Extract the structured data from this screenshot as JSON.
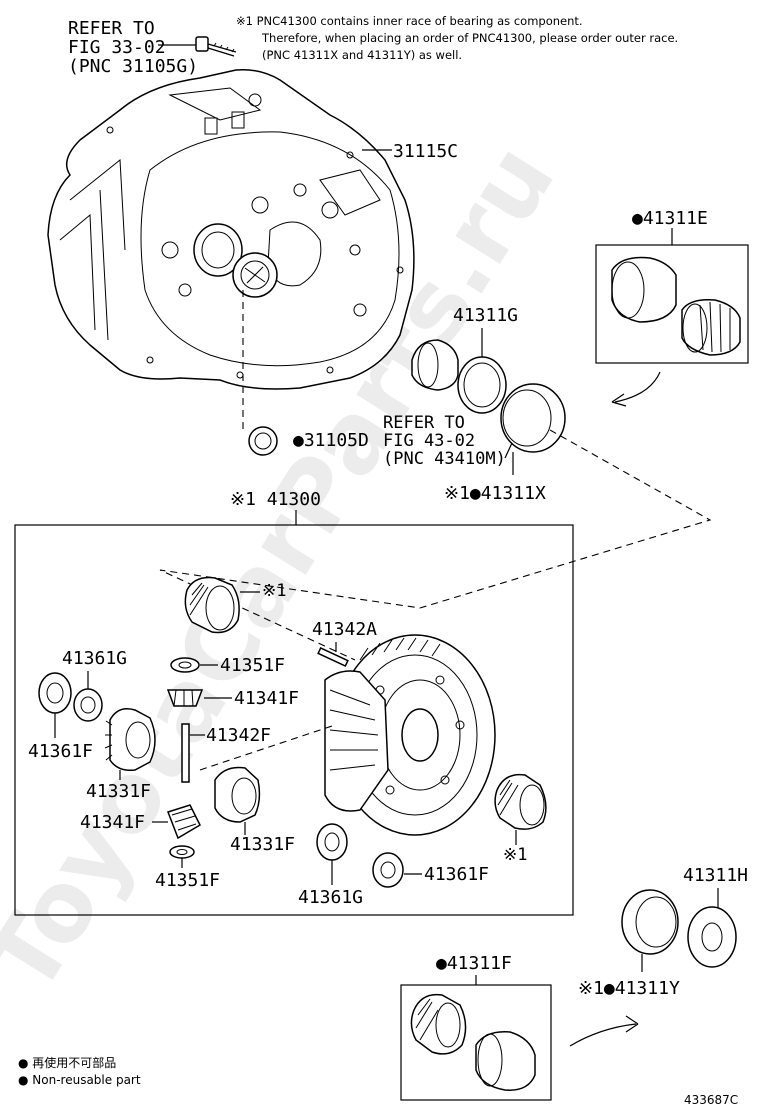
{
  "notes": {
    "line1": "※1 PNC41300 contains inner race of bearing as component.",
    "line2": "Therefore, when placing an order of PNC41300, please order outer race.",
    "line3": "(PNC 41311X and 41311Y) as well."
  },
  "refer_top": {
    "l1": "REFER TO",
    "l2": "FIG 33-02",
    "l3": "(PNC 31105G)"
  },
  "refer_mid": {
    "l1": "REFER TO",
    "l2": "FIG 43-02",
    "l3": "(PNC 43410M)"
  },
  "labels": {
    "p31115C": "31115C",
    "p31105D": "●31105D",
    "p41311E": "●41311E",
    "p41311G": "41311G",
    "p41311X": "※1●41311X",
    "p41300": "※1 41300",
    "p41342A": "41342A",
    "p41361G_top": "41361G",
    "p41351F_top": "41351F",
    "p41341F_top": "41341F",
    "p41342F": "41342F",
    "p41361F_left": "41361F",
    "p41331F_left": "41331F",
    "p41341F_bot": "41341F",
    "p41331F_right": "41331F",
    "p41351F_bot": "41351F",
    "p41361G_bot": "41361G",
    "p41361F_bot": "41361F",
    "ref1_a": "※1",
    "ref1_b": "※1",
    "p41311H": "41311H",
    "p41311F": "●41311F",
    "p41311Y": "※1●41311Y"
  },
  "legend": {
    "l1": "● 再使用不可部品",
    "l2": "● Non-reusable part"
  },
  "watermark": "ToyotaCarParts.ru",
  "code": "433687C"
}
